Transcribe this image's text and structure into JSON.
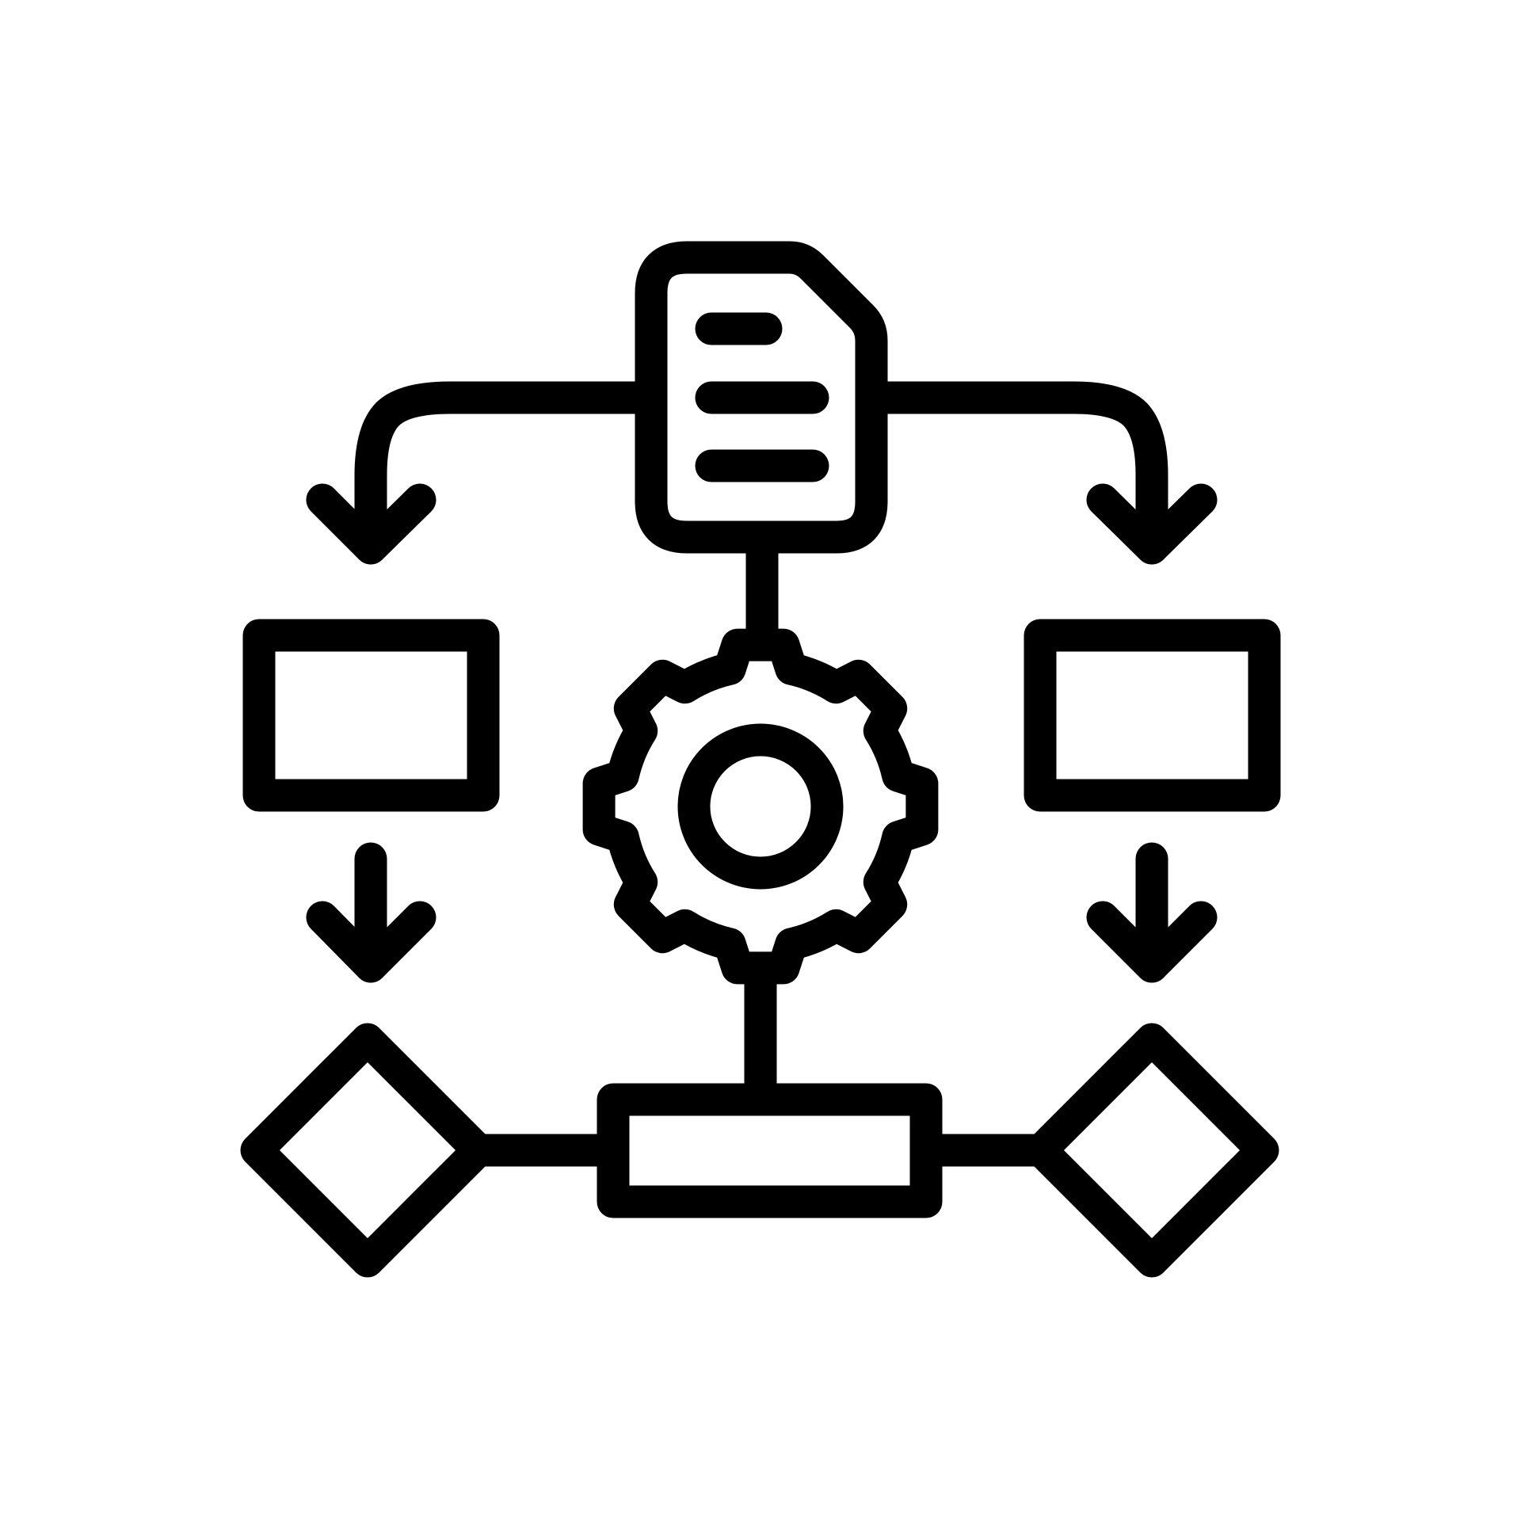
{
  "icon": {
    "name": "workflow-process-icon",
    "stroke_color": "#000000",
    "background": "#ffffff",
    "parts": [
      "document-icon",
      "gear-icon",
      "arrow-down-icon",
      "rectangle-node",
      "diamond-node",
      "process-bar"
    ]
  }
}
